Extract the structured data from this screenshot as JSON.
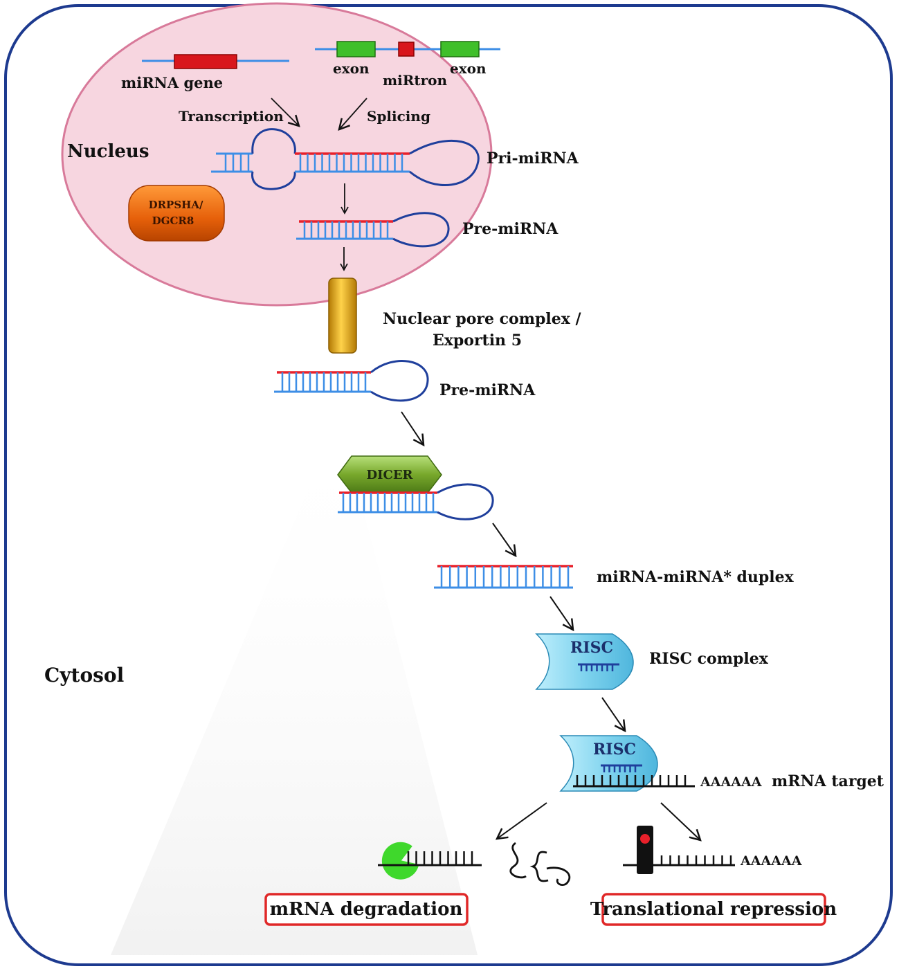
{
  "labels": {
    "mirna_gene": "miRNA gene",
    "exon_left": "exon",
    "exon_right": "exon",
    "mirtron": "miRtron",
    "transcription": "Transcription",
    "splicing": "Splicing",
    "nucleus": "Nucleus",
    "pri_mirna": "Pri-miRNA",
    "drosha_line1": "DRPSHA/",
    "drosha_line2": "DGCR8",
    "pre_mirna_nucleus": "Pre-miRNA",
    "pore_line1": "Nuclear pore complex /",
    "pore_line2": "Exportin 5",
    "pre_mirna_cytosol": "Pre-miRNA",
    "dicer": "DICER",
    "duplex": "miRNA-miRNA* duplex",
    "risc_1": "RISC",
    "risc_complex": "RISC complex",
    "risc_2": "RISC",
    "polya_target": "AAAAAA",
    "mrna_target": "mRNA target",
    "polya_repression": "AAAAAA",
    "cytosol": "Cytosol",
    "mrna_degradation": "mRNA degradation",
    "translational_repression": "Translational repression"
  },
  "colors": {
    "cell_border": "#1d3a8f",
    "nucleus_fill": "#f7d6e0",
    "nucleus_border": "#d87a9a",
    "rna_blue": "#3d8ee6",
    "mirna_red": "#e8202a",
    "loop_blue": "#1f3f9c",
    "exon_green": "#3fbf2a",
    "gene_red": "#d8161c",
    "pore_gold": "#e0a414",
    "drosha_orange": "#e8650c",
    "dicer_green": "#7fae2e",
    "risc_cyan": "#7fd3ee",
    "degrader_green": "#3fd82c",
    "outcome_box": "#e02828"
  }
}
